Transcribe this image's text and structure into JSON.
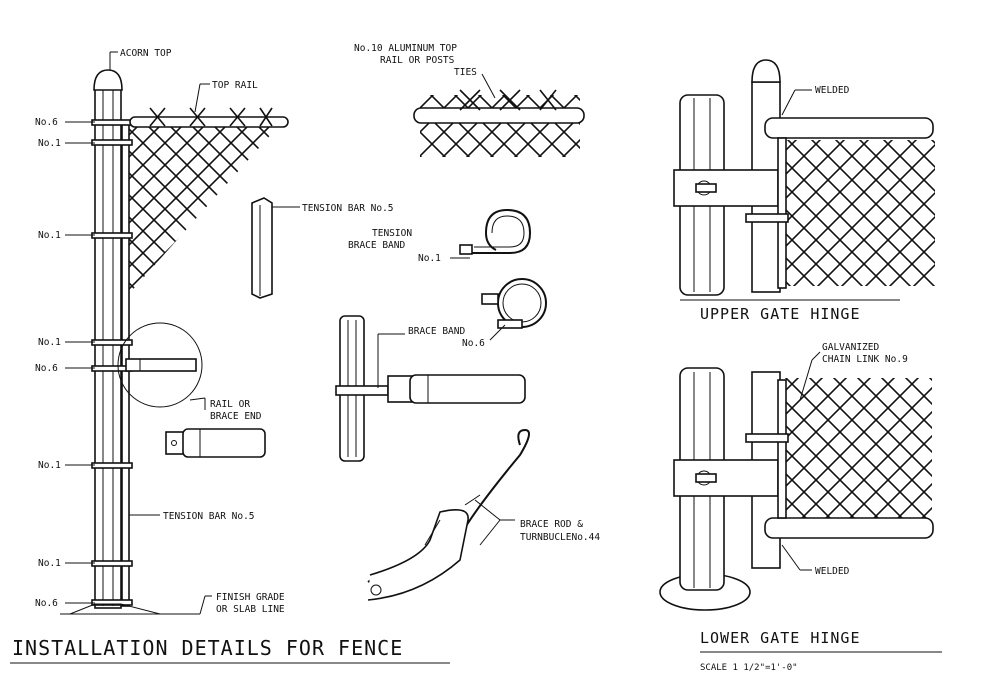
{
  "title": "INSTALLATION DETAILS FOR FENCE",
  "labels": {
    "acorn_top": "ACORN TOP",
    "top_rail": "TOP RAIL",
    "post_no6_a": "No.6",
    "post_no1_a": "No.1",
    "post_no1_b": "No.1",
    "post_no1_c": "No.1",
    "post_no6_b": "No.6",
    "post_no1_d": "No.1",
    "post_no1_e": "No.1",
    "post_no6_c": "No.6",
    "rail_or_brace_end_1": "RAIL OR",
    "rail_or_brace_end_2": "BRACE END",
    "tension_bar_post": "TENSION BAR No.5",
    "finish_grade_1": "FINISH GRADE",
    "finish_grade_2": "OR SLAB LINE",
    "tension_bar": "TENSION BAR No.5",
    "alum_top_1": "No.10 ALUMINUM TOP",
    "alum_top_2": "RAIL OR POSTS",
    "alum_top_3": "TIES",
    "tension_band_1": "TENSION",
    "tension_band_2": "BRACE BAND",
    "tension_band_3": "No.1",
    "brace_band_1": "BRACE BAND",
    "brace_band_2": "No.6",
    "brace_rod_1": "BRACE ROD &",
    "brace_rod_2": "TURNBUCLENo.44",
    "welded_upper": "WELDED",
    "upper_gate_hinge": "UPPER GATE HINGE",
    "galvanized_1": "GALVANIZED",
    "galvanized_2": "CHAIN LINK No.9",
    "welded_lower": "WELDED",
    "lower_gate_hinge": "LOWER GATE HINGE",
    "scale": "SCALE 1 1/2\"=1'-0\""
  }
}
